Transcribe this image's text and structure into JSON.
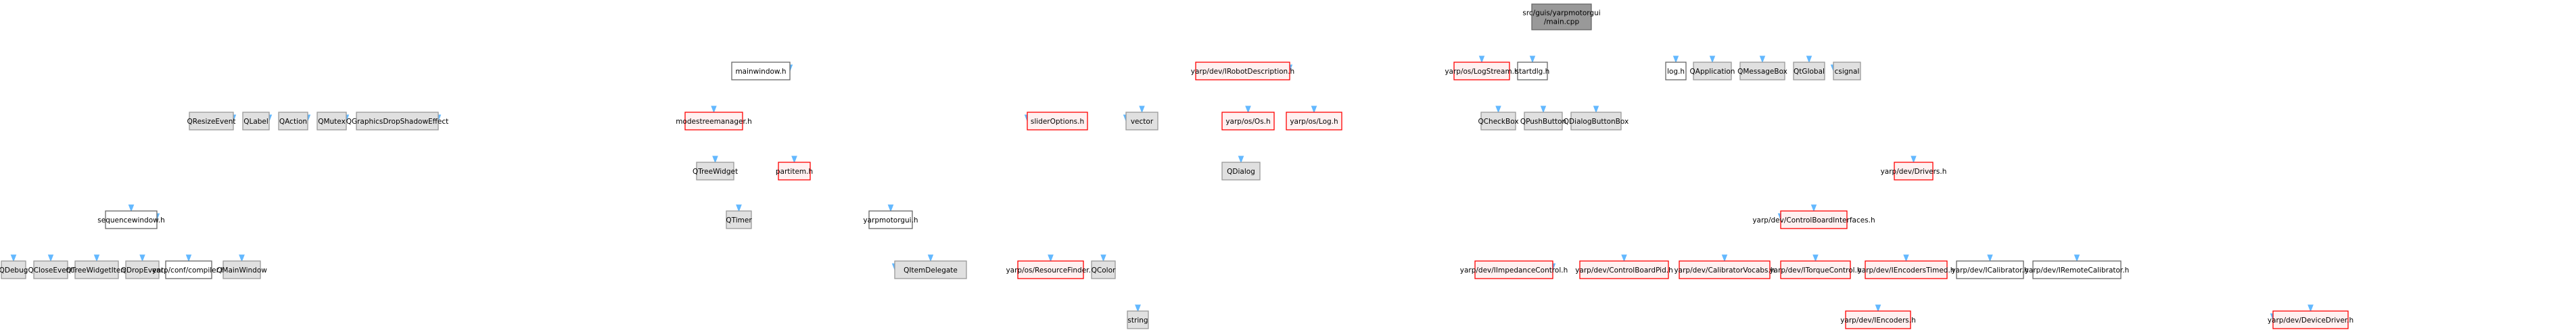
{
  "diagram": {
    "type": "include-dependency-graph",
    "colors": {
      "edge": "#63b8ff",
      "root_fill": "#999999",
      "root_stroke": "#666666",
      "doc_fill": "#ffffff",
      "doc_stroke": "#666666",
      "red_fill": "#fff0f0",
      "red_stroke": "#ff0000",
      "ext_fill": "#e0e0e0",
      "ext_stroke": "#999999"
    },
    "nodes": [
      {
        "id": "main",
        "label": [
          "src/guis/yarpmotorgui",
          "/main.cpp"
        ],
        "kind": "root"
      },
      {
        "id": "mainwindow",
        "label": [
          "mainwindow.h"
        ],
        "kind": "doc"
      },
      {
        "id": "robotdesc",
        "label": [
          "yarp/dev/IRobotDescription.h"
        ],
        "kind": "red"
      },
      {
        "id": "logstream",
        "label": [
          "yarp/os/LogStream.h"
        ],
        "kind": "red"
      },
      {
        "id": "startdlg",
        "label": [
          "startdlg.h"
        ],
        "kind": "doc"
      },
      {
        "id": "logh",
        "label": [
          "log.h"
        ],
        "kind": "doc"
      },
      {
        "id": "qapplication",
        "label": [
          "QApplication"
        ],
        "kind": "ext"
      },
      {
        "id": "qmessagebox",
        "label": [
          "QMessageBox"
        ],
        "kind": "ext"
      },
      {
        "id": "qtglobal",
        "label": [
          "QtGlobal"
        ],
        "kind": "ext"
      },
      {
        "id": "csignal",
        "label": [
          "csignal"
        ],
        "kind": "ext"
      },
      {
        "id": "qresizeevent",
        "label": [
          "QResizeEvent"
        ],
        "kind": "ext"
      },
      {
        "id": "qlabel",
        "label": [
          "QLabel"
        ],
        "kind": "ext"
      },
      {
        "id": "qaction",
        "label": [
          "QAction"
        ],
        "kind": "ext"
      },
      {
        "id": "qmutex",
        "label": [
          "QMutex"
        ],
        "kind": "ext"
      },
      {
        "id": "qgraphics",
        "label": [
          "QGraphicsDropShadowEffect"
        ],
        "kind": "ext"
      },
      {
        "id": "modestree",
        "label": [
          "modestreemanager.h"
        ],
        "kind": "red"
      },
      {
        "id": "slideroptions",
        "label": [
          "sliderOptions.h"
        ],
        "kind": "red"
      },
      {
        "id": "vector",
        "label": [
          "vector"
        ],
        "kind": "ext"
      },
      {
        "id": "osos",
        "label": [
          "yarp/os/Os.h"
        ],
        "kind": "red"
      },
      {
        "id": "oslog",
        "label": [
          "yarp/os/Log.h"
        ],
        "kind": "red"
      },
      {
        "id": "qcheckbox",
        "label": [
          "QCheckBox"
        ],
        "kind": "ext"
      },
      {
        "id": "qpushbutton",
        "label": [
          "QPushButton"
        ],
        "kind": "ext"
      },
      {
        "id": "qdialogbuttonbox",
        "label": [
          "QDialogButtonBox"
        ],
        "kind": "ext"
      },
      {
        "id": "qtreewidget",
        "label": [
          "QTreeWidget"
        ],
        "kind": "ext"
      },
      {
        "id": "partitem",
        "label": [
          "partitem.h"
        ],
        "kind": "red"
      },
      {
        "id": "qdialog",
        "label": [
          "QDialog"
        ],
        "kind": "ext"
      },
      {
        "id": "drivers",
        "label": [
          "yarp/dev/Drivers.h"
        ],
        "kind": "red"
      },
      {
        "id": "sequencewindow",
        "label": [
          "sequencewindow.h"
        ],
        "kind": "doc"
      },
      {
        "id": "qtimer",
        "label": [
          "QTimer"
        ],
        "kind": "ext"
      },
      {
        "id": "yarpmotorgui",
        "label": [
          "yarpmotorgui.h"
        ],
        "kind": "doc"
      },
      {
        "id": "cbi",
        "label": [
          "yarp/dev/ControlBoardInterfaces.h"
        ],
        "kind": "red"
      },
      {
        "id": "qdebug",
        "label": [
          "QDebug"
        ],
        "kind": "ext"
      },
      {
        "id": "qcloseevent",
        "label": [
          "QCloseEvent"
        ],
        "kind": "ext"
      },
      {
        "id": "qtreewidgetitem",
        "label": [
          "QTreeWidgetItem"
        ],
        "kind": "ext"
      },
      {
        "id": "qdropevent",
        "label": [
          "QDropEvent"
        ],
        "kind": "ext"
      },
      {
        "id": "compiler",
        "label": [
          "yarp/conf/compiler.h"
        ],
        "kind": "doc"
      },
      {
        "id": "qmainwindow",
        "label": [
          "QMainWindow"
        ],
        "kind": "ext"
      },
      {
        "id": "qitemdelegate",
        "label": [
          "QItemDelegate"
        ],
        "kind": "ext"
      },
      {
        "id": "resourcefinder",
        "label": [
          "yarp/os/ResourceFinder.h"
        ],
        "kind": "red"
      },
      {
        "id": "qcolor",
        "label": [
          "QColor"
        ],
        "kind": "ext"
      },
      {
        "id": "impedance",
        "label": [
          "yarp/dev/IImpedanceControl.h"
        ],
        "kind": "red"
      },
      {
        "id": "cbpid",
        "label": [
          "yarp/dev/ControlBoardPid.h"
        ],
        "kind": "red"
      },
      {
        "id": "calibvocabs",
        "label": [
          "yarp/dev/CalibratorVocabs.h"
        ],
        "kind": "red"
      },
      {
        "id": "torque",
        "label": [
          "yarp/dev/ITorqueControl.h"
        ],
        "kind": "red"
      },
      {
        "id": "enctimed",
        "label": [
          "yarp/dev/IEncodersTimed.h"
        ],
        "kind": "red"
      },
      {
        "id": "icalibrator",
        "label": [
          "yarp/dev/ICalibrator.h"
        ],
        "kind": "doc"
      },
      {
        "id": "iremotecal",
        "label": [
          "yarp/dev/IRemoteCalibrator.h"
        ],
        "kind": "doc"
      },
      {
        "id": "string",
        "label": [
          "string"
        ],
        "kind": "ext"
      },
      {
        "id": "iencoders",
        "label": [
          "yarp/dev/IEncoders.h"
        ],
        "kind": "red"
      },
      {
        "id": "devicedriver",
        "label": [
          "yarp/dev/DeviceDriver.h"
        ],
        "kind": "red"
      }
    ],
    "edges": [
      [
        "main",
        "mainwindow"
      ],
      [
        "main",
        "robotdesc"
      ],
      [
        "main",
        "logstream"
      ],
      [
        "main",
        "startdlg"
      ],
      [
        "main",
        "logh"
      ],
      [
        "main",
        "qapplication"
      ],
      [
        "main",
        "qmessagebox"
      ],
      [
        "main",
        "qtglobal"
      ],
      [
        "main",
        "csignal"
      ],
      [
        "main",
        "osos"
      ],
      [
        "main",
        "oslog"
      ],
      [
        "main",
        "drivers"
      ],
      [
        "main",
        "cbi"
      ],
      [
        "main",
        "yarpmotorgui"
      ],
      [
        "main",
        "string"
      ],
      [
        "main",
        "qdebug"
      ],
      [
        "main",
        "sequencewindow"
      ],
      [
        "main",
        "qmainwindow"
      ],
      [
        "mainwindow",
        "qresizeevent"
      ],
      [
        "mainwindow",
        "qlabel"
      ],
      [
        "mainwindow",
        "qaction"
      ],
      [
        "mainwindow",
        "qmutex"
      ],
      [
        "mainwindow",
        "qgraphics"
      ],
      [
        "mainwindow",
        "modestree"
      ],
      [
        "mainwindow",
        "slideroptions"
      ],
      [
        "mainwindow",
        "vector"
      ],
      [
        "mainwindow",
        "qtreewidget"
      ],
      [
        "mainwindow",
        "partitem"
      ],
      [
        "mainwindow",
        "qtimer"
      ],
      [
        "mainwindow",
        "sequencewindow"
      ],
      [
        "mainwindow",
        "qmainwindow"
      ],
      [
        "mainwindow",
        "resourcefinder"
      ],
      [
        "mainwindow",
        "string"
      ],
      [
        "mainwindow",
        "yarpmotorgui"
      ],
      [
        "robotdesc",
        "vector"
      ],
      [
        "robotdesc",
        "string"
      ],
      [
        "logstream",
        "osos"
      ],
      [
        "logstream",
        "oslog"
      ],
      [
        "logstream",
        "string"
      ],
      [
        "startdlg",
        "qcheckbox"
      ],
      [
        "startdlg",
        "qpushbutton"
      ],
      [
        "startdlg",
        "qdialogbuttonbox"
      ],
      [
        "startdlg",
        "qdialog"
      ],
      [
        "modestree",
        "qtreewidget"
      ],
      [
        "modestree",
        "partitem"
      ],
      [
        "modestree",
        "qtimer"
      ],
      [
        "modestree",
        "string"
      ],
      [
        "slideroptions",
        "qdialog"
      ],
      [
        "slideroptions",
        "qitemdelegate"
      ],
      [
        "osos",
        "string"
      ],
      [
        "partitem",
        "qtimer"
      ],
      [
        "partitem",
        "sequencewindow"
      ],
      [
        "partitem",
        "yarpmotorgui"
      ],
      [
        "partitem",
        "resourcefinder"
      ],
      [
        "partitem",
        "cbi"
      ],
      [
        "drivers",
        "devicedriver"
      ],
      [
        "sequencewindow",
        "qdebug"
      ],
      [
        "sequencewindow",
        "qcloseevent"
      ],
      [
        "sequencewindow",
        "qtreewidgetitem"
      ],
      [
        "sequencewindow",
        "qdropevent"
      ],
      [
        "sequencewindow",
        "compiler"
      ],
      [
        "sequencewindow",
        "qmainwindow"
      ],
      [
        "sequencewindow",
        "qitemdelegate"
      ],
      [
        "yarpmotorgui",
        "resourcefinder"
      ],
      [
        "yarpmotorgui",
        "qcolor"
      ],
      [
        "resourcefinder",
        "string"
      ],
      [
        "cbi",
        "impedance"
      ],
      [
        "cbi",
        "cbpid"
      ],
      [
        "cbi",
        "calibvocabs"
      ],
      [
        "cbi",
        "torque"
      ],
      [
        "cbi",
        "enctimed"
      ],
      [
        "cbi",
        "iencoders"
      ],
      [
        "cbi",
        "icalibrator"
      ],
      [
        "cbi",
        "iremotecal"
      ],
      [
        "cbi",
        "devicedriver"
      ],
      [
        "enctimed",
        "iencoders"
      ],
      [
        "icalibrator",
        "devicedriver"
      ],
      [
        "iremotecal",
        "devicedriver"
      ]
    ]
  }
}
